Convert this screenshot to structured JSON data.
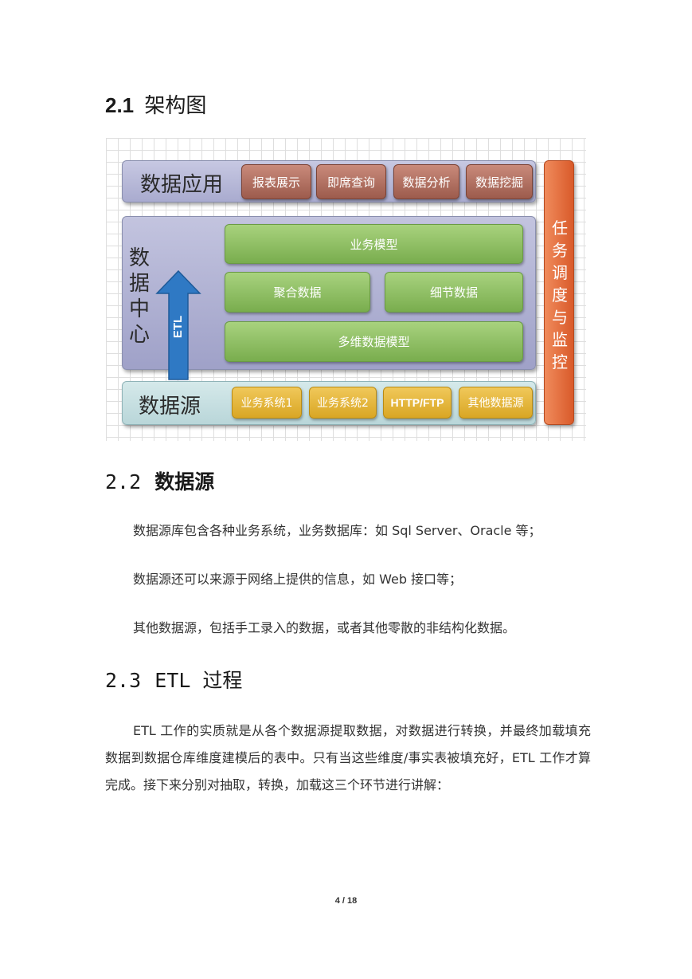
{
  "section_1": {
    "number": "2.1",
    "title": "架构图"
  },
  "diagram": {
    "data_app": {
      "label": "数据应用",
      "items": [
        "报表展示",
        "即席查询",
        "数据分析",
        "数据挖掘"
      ]
    },
    "data_center": {
      "label": "数据中心",
      "items": [
        "业务模型",
        "聚合数据",
        "细节数据",
        "多维数据模型"
      ]
    },
    "etl_label": "ETL",
    "data_source": {
      "label": "数据源",
      "items": [
        "业务系统1",
        "业务系统2",
        "HTTP/FTP",
        "其他数据源"
      ]
    },
    "monitor_label": "任务调度与监控"
  },
  "section_2": {
    "number": "2.2",
    "title": "数据源",
    "paragraphs": [
      "数据源库包含各种业务系统，业务数据库：如 Sql Server、Oracle 等；",
      "数据源还可以来源于网络上提供的信息，如 Web 接口等；",
      "其他数据源，包括手工录入的数据，或者其他零散的非结构化数据。"
    ]
  },
  "section_3": {
    "number": "2.3",
    "title": "ETL 过程",
    "paragraph": "ETL 工作的实质就是从各个数据源提取数据，对数据进行转换，并最终加载填充数据到数据仓库维度建模后的表中。只有当这些维度/事实表被填充好，ETL 工作才算完成。接下来分别对抽取，转换，加载这三个环节进行讲解："
  },
  "page_number": "4 / 18"
}
